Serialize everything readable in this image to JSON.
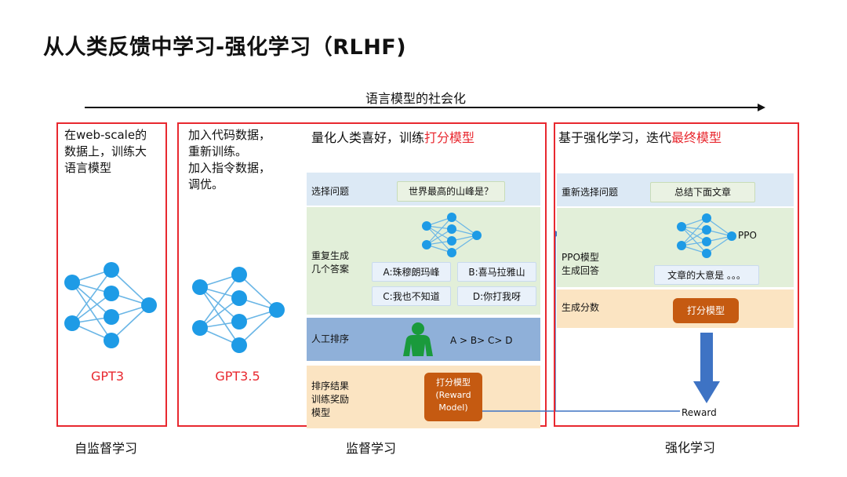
{
  "title": "从人类反馈中学习-强化学习（RLHF)",
  "timeline_label": "语言模型的社会化",
  "stage1": {
    "description": "在web-scale的\n数据上，训练大\n语言模型",
    "model_name": "GPT3",
    "footer": "自监督学习"
  },
  "stage2": {
    "description": "加入代码数据，\n重新训练。\n加入指令数据，\n调优。",
    "model_name": "GPT3.5",
    "header_prefix": "量化人类喜好，训练",
    "header_highlight": "打分模型",
    "footer": "监督学习",
    "row_select_label": "选择问题",
    "question": "世界最高的山峰是？",
    "row_generate_label": "重复生成\n几个答案",
    "answers": [
      "A:珠穆朗玛峰",
      "B:喜马拉雅山",
      "C:我也不知道",
      "D:你打我呀"
    ],
    "row_rank_label": "人工排序",
    "ranking": "A > B> C> D",
    "row_train_label": "排序结果\n训练奖励\n模型",
    "reward_model_box": "打分模型\n(Reward\nModel)"
  },
  "stage3": {
    "header_prefix": "基于强化学习，迭代",
    "header_highlight": "最终模型",
    "footer": "强化学习",
    "row_select_label": "重新选择问题",
    "question": "总结下面文章",
    "row_generate_label": "PPO模型\n生成回答",
    "ppo_label": "PPO",
    "answer": "文章的大意是 。。。",
    "row_score_label": "生成分数",
    "score_model_box": "打分模型",
    "reward_label": "Reward"
  },
  "colors": {
    "red": "#e8282f",
    "network_blue": "#1e9be6",
    "network_line": "#6ab6e6",
    "person_green": "#1a9a3c",
    "orange": "#c55a11",
    "arrow_blue": "#3e73c4"
  }
}
